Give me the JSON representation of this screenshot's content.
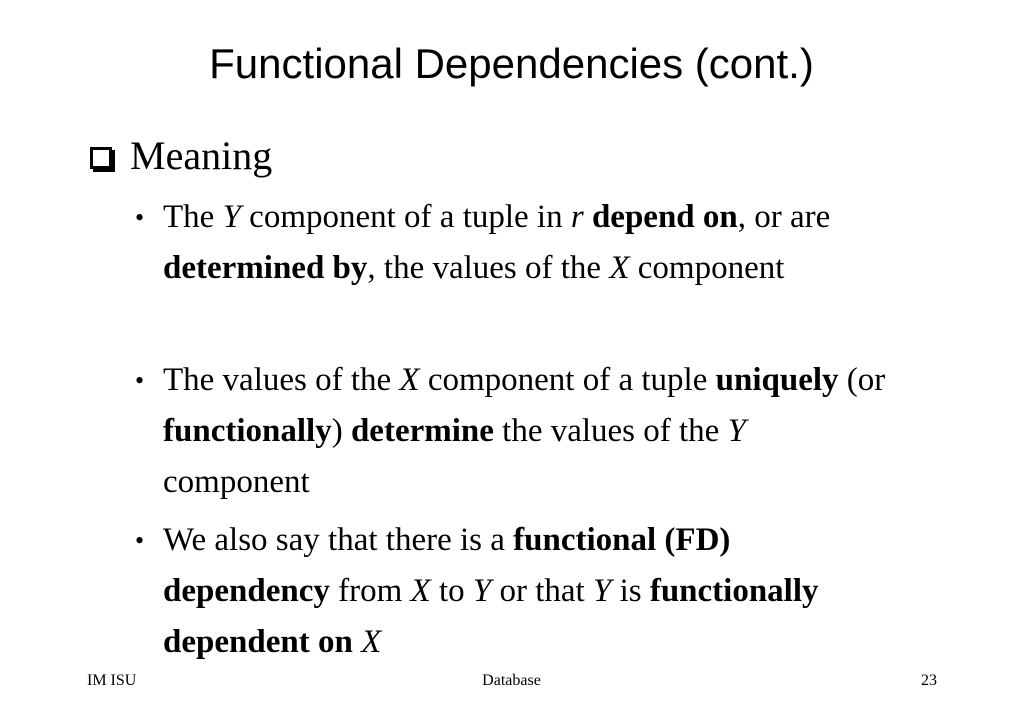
{
  "slide": {
    "title": "Functional Dependencies (cont.)",
    "heading": "Meaning",
    "bullets": [
      [
        {
          "t": "The ",
          "s": ""
        },
        {
          "t": "Y",
          "s": "i"
        },
        {
          "t": " component of a tuple in ",
          "s": ""
        },
        {
          "t": "r",
          "s": "i"
        },
        {
          "t": " ",
          "s": ""
        },
        {
          "t": "depend on",
          "s": "b"
        },
        {
          "t": ", or are ",
          "s": ""
        },
        {
          "t": "determined by",
          "s": "b"
        },
        {
          "t": ", the values of the ",
          "s": ""
        },
        {
          "t": "X",
          "s": "i"
        },
        {
          "t": " component",
          "s": ""
        }
      ],
      [
        {
          "t": "The values of the ",
          "s": ""
        },
        {
          "t": "X",
          "s": "i"
        },
        {
          "t": " component of a tuple ",
          "s": ""
        },
        {
          "t": "uniquely",
          "s": "b"
        },
        {
          "t": " (or ",
          "s": ""
        },
        {
          "t": "functionally",
          "s": "b"
        },
        {
          "t": ") ",
          "s": ""
        },
        {
          "t": "determine",
          "s": "b"
        },
        {
          "t": " the values of the ",
          "s": ""
        },
        {
          "t": "Y",
          "s": "i"
        },
        {
          "t": " component",
          "s": ""
        }
      ],
      [
        {
          "t": "We also say that there is a ",
          "s": ""
        },
        {
          "t": "functional (FD) dependency",
          "s": "b"
        },
        {
          "t": " from ",
          "s": ""
        },
        {
          "t": "X",
          "s": "i"
        },
        {
          "t": " to ",
          "s": ""
        },
        {
          "t": "Y",
          "s": "i"
        },
        {
          "t": " or that ",
          "s": ""
        },
        {
          "t": "Y",
          "s": "i"
        },
        {
          "t": " is ",
          "s": ""
        },
        {
          "t": "functionally dependent on",
          "s": "b"
        },
        {
          "t": " ",
          "s": ""
        },
        {
          "t": "X",
          "s": "i"
        }
      ]
    ],
    "bullet_symbol": "•"
  },
  "footer": {
    "left": "IM ISU",
    "center": "Database",
    "page_number": "23"
  }
}
